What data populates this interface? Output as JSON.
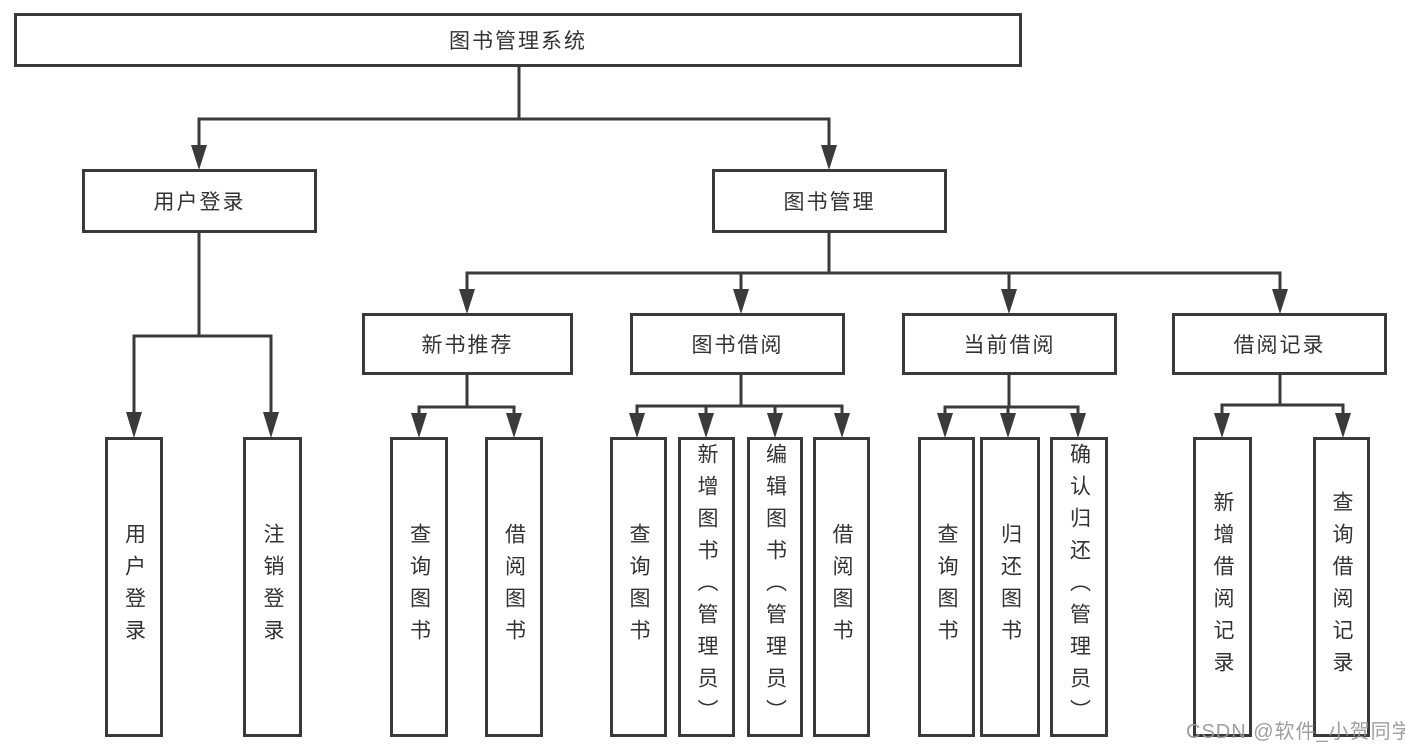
{
  "palette": {
    "line_color": "#3a3a3a",
    "text_color": "#333333",
    "background": "#ffffff",
    "watermark_color": "#979797"
  },
  "tree": {
    "root": "图书管理系统",
    "level2": [
      {
        "label": "用户登录",
        "leaves": [
          "用户登录",
          "注销登录"
        ]
      },
      {
        "label": "图书管理",
        "groups": [
          {
            "label": "新书推荐",
            "leaves": [
              "查询图书",
              "借阅图书"
            ]
          },
          {
            "label": "图书借阅",
            "leaves": [
              "查询图书",
              "新增图书（管理员）",
              "编辑图书（管理员）",
              "借阅图书"
            ]
          },
          {
            "label": "当前借阅",
            "leaves": [
              "查询图书",
              "归还图书",
              "确认归还（管理员）"
            ]
          },
          {
            "label": "借阅记录",
            "leaves": [
              "新增借阅记录",
              "查询借阅记录"
            ]
          }
        ]
      }
    ]
  },
  "watermark": "CSDN @软件_小贺同学"
}
